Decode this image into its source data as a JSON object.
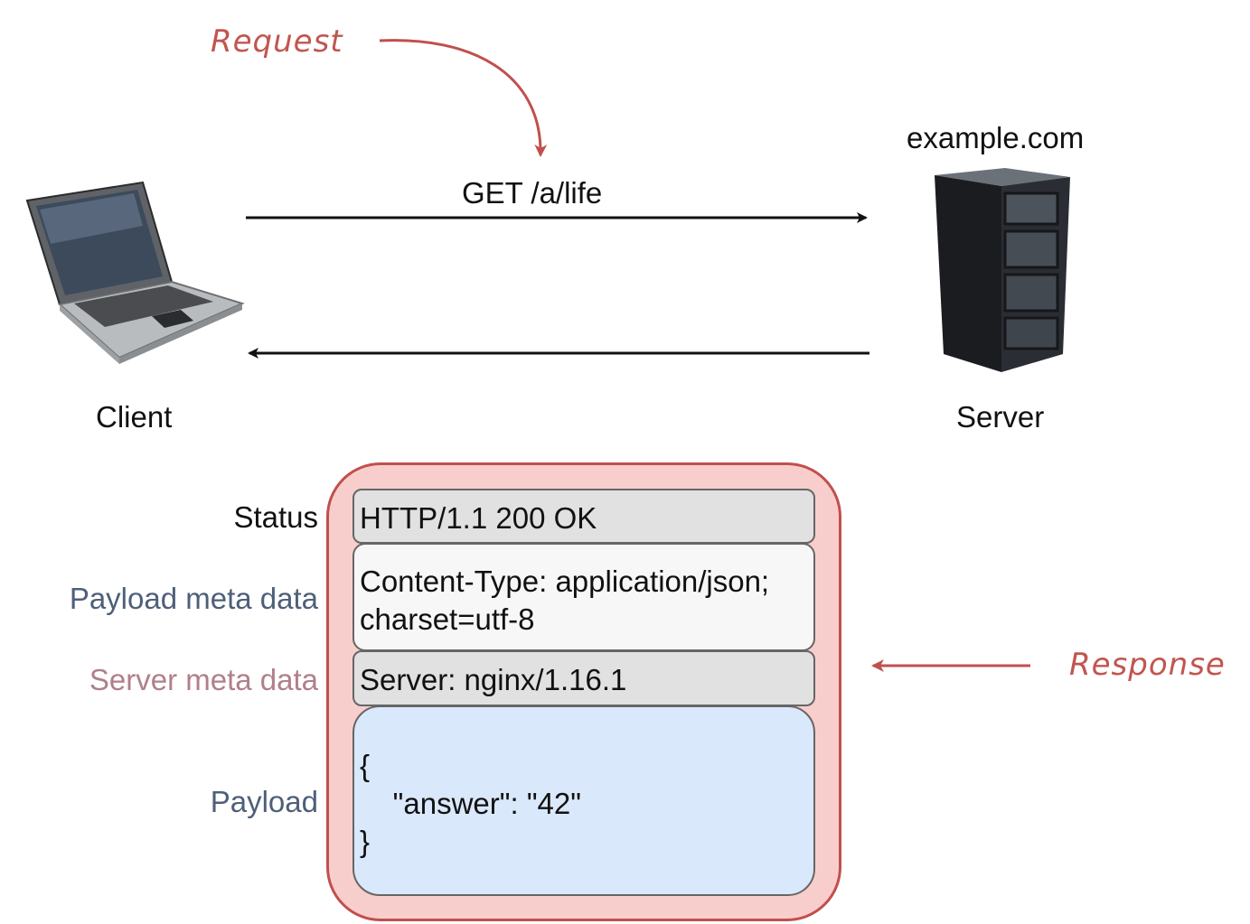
{
  "request": {
    "label": "Request",
    "line": "GET  /a/life"
  },
  "client": {
    "label": "Client",
    "icon": "laptop-icon"
  },
  "server": {
    "host": "example.com",
    "label": "Server",
    "icon": "server-rack-icon"
  },
  "response": {
    "label": "Response",
    "rows": {
      "status": {
        "label": "Status",
        "value": "HTTP/1.1 200 OK"
      },
      "payload_meta": {
        "label": "Payload meta data",
        "line1": "Content-Type: application/json;",
        "line2": "charset=utf-8"
      },
      "server_meta": {
        "label": "Server meta data",
        "value": "Server: nginx/1.16.1"
      },
      "payload": {
        "label": "Payload",
        "line1": "{",
        "line2": "    \"answer\": \"42\"",
        "line3": "}"
      }
    }
  },
  "colors": {
    "accent_red": "#c2554f",
    "response_fill": "#f8cecc",
    "payload_fill": "#dae8fc",
    "gray_fill": "#e1e1e1",
    "payload_meta_label": "#4e5f79",
    "server_meta_label": "#b07f8a"
  }
}
